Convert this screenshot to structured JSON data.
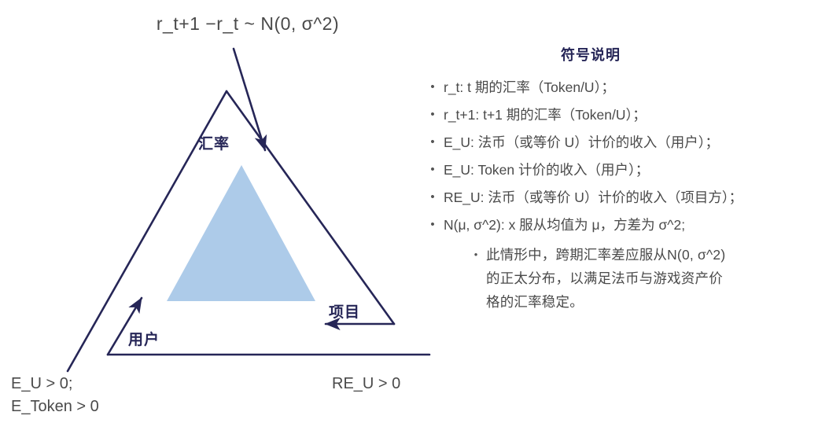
{
  "diagram": {
    "top_formula": "r_t+1 −r_t ~ N(0, σ^2)",
    "node_labels": {
      "rate": "汇率",
      "user": "用户",
      "project": "项目"
    },
    "corner_notes": {
      "left_line1": "E_U > 0;",
      "left_line2": "E_Token > 0",
      "right": "RE_U > 0"
    },
    "colors": {
      "stroke_navy": "#262657",
      "inner_triangle_fill": "#adcbe9",
      "text_gray": "#4a4a4a",
      "background": "#ffffff"
    }
  },
  "legend": {
    "title": "符号说明",
    "bullet_glyph": "•",
    "items": [
      {
        "text": "r_t: t 期的汇率（Token/U）；"
      },
      {
        "text": "r_t+1: t+1 期的汇率（Token/U）；"
      },
      {
        "text": "E_U: 法币（或等价 U）计价的收入（用户）；"
      },
      {
        "text": "E_U: Token 计价的收入（用户）；"
      },
      {
        "text": "RE_U: 法币（或等价 U）计价的收入（项目方）；"
      },
      {
        "text": "N(μ, σ^2): x 服从均值为 μ，方差为 σ^2;"
      }
    ],
    "sub_item": {
      "text": "此情形中，跨期汇率差应服从N(0, σ^2)的正太分布，以满足法币与游戏资产价格的汇率稳定。"
    }
  }
}
